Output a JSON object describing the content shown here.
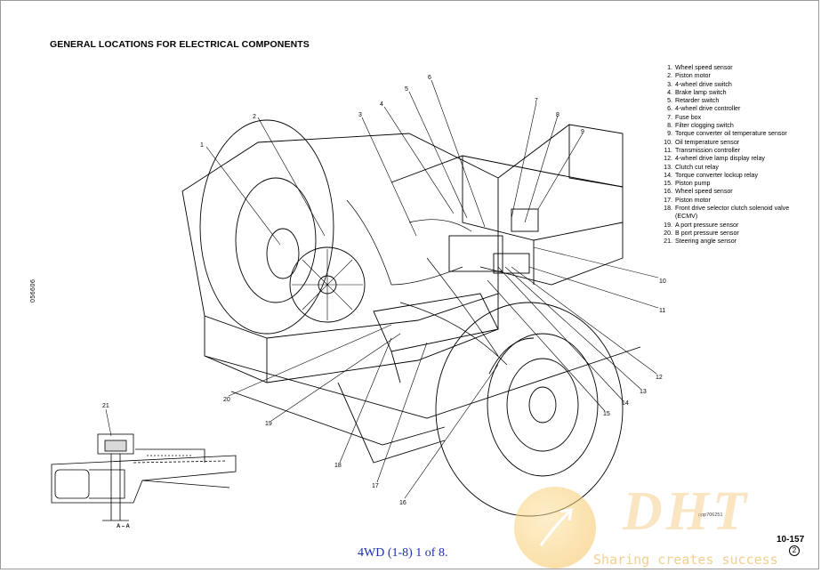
{
  "page": {
    "title": "GENERAL LOCATIONS FOR ELECTRICAL COMPONENTS",
    "side_code": "056606",
    "figure_code": "ppp706251",
    "section_label": "A – A",
    "page_number": "10-157",
    "revision": "2",
    "caption": "4WD (1-8) 1 of 8."
  },
  "legend": [
    {
      "n": "1.",
      "text": "Wheel speed sensor"
    },
    {
      "n": "2.",
      "text": "Piston motor"
    },
    {
      "n": "3.",
      "text": "4-wheel drive switch"
    },
    {
      "n": "4.",
      "text": "Brake lamp switch"
    },
    {
      "n": "5.",
      "text": "Retarder switch"
    },
    {
      "n": "6.",
      "text": "4-wheel drive controller"
    },
    {
      "n": "7.",
      "text": "Fuse box"
    },
    {
      "n": "8.",
      "text": "Filter clogging switch"
    },
    {
      "n": "9.",
      "text": "Torque converter oil temperature sensor"
    },
    {
      "n": "10.",
      "text": "Oil temperature sensor"
    },
    {
      "n": "11.",
      "text": "Transmission controller"
    },
    {
      "n": "12.",
      "text": "4-wheel drive lamp display relay"
    },
    {
      "n": "13.",
      "text": "Clutch cut relay"
    },
    {
      "n": "14.",
      "text": "Torque converter lockup relay"
    },
    {
      "n": "15.",
      "text": "Piston pump"
    },
    {
      "n": "16.",
      "text": "Wheel speed sensor"
    },
    {
      "n": "17.",
      "text": "Piston motor"
    },
    {
      "n": "18.",
      "text": "Front drive selector clutch solenoid valve (ECMV)"
    },
    {
      "n": "19.",
      "text": "A port pressure sensor"
    },
    {
      "n": "20.",
      "text": "B port pressure sensor"
    },
    {
      "n": "21.",
      "text": "Steering angle sensor"
    }
  ],
  "callouts": [
    "1",
    "2",
    "3",
    "4",
    "5",
    "6",
    "7",
    "8",
    "9",
    "10",
    "11",
    "12",
    "13",
    "14",
    "15",
    "16",
    "17",
    "18",
    "19",
    "20",
    "21"
  ],
  "watermark": {
    "logo": "DHT",
    "slogan": "Sharing creates success"
  }
}
